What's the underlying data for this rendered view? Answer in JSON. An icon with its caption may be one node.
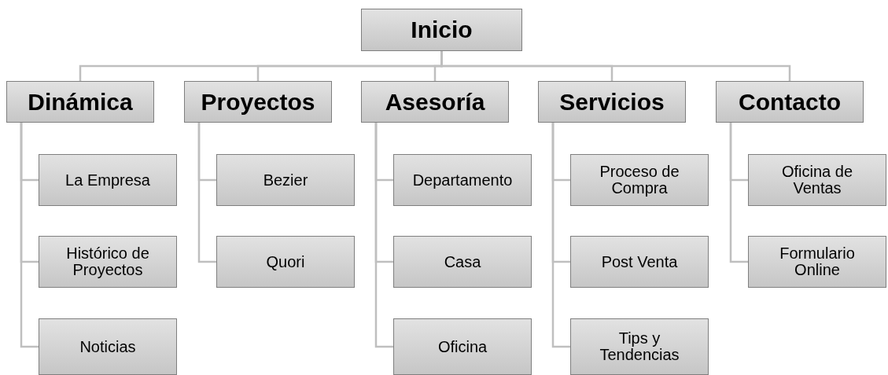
{
  "diagram": {
    "nodes": [
      {
        "text": [
          "Inicio"
        ]
      },
      {
        "text": [
          "Dinámica"
        ]
      },
      {
        "text": [
          "Proyectos"
        ]
      },
      {
        "text": [
          "Asesoría"
        ]
      },
      {
        "text": [
          "Servicios"
        ]
      },
      {
        "text": [
          "Contacto"
        ]
      },
      {
        "text": [
          "La Empresa"
        ]
      },
      {
        "text": [
          "Histórico de Proyectos"
        ]
      },
      {
        "text": [
          "Noticias"
        ]
      },
      {
        "text": [
          "Bezier"
        ]
      },
      {
        "text": [
          "Quori"
        ]
      },
      {
        "text": [
          "Departamento"
        ]
      },
      {
        "text": [
          "Casa"
        ]
      },
      {
        "text": [
          "Oficina"
        ]
      },
      {
        "text": [
          "Proceso de Compra"
        ]
      },
      {
        "text": [
          "Post Venta"
        ]
      },
      {
        "text": [
          "Tips y Tendencias"
        ]
      },
      {
        "text": [
          "Oficina de Ventas"
        ]
      },
      {
        "text": [
          "Formulario Online"
        ]
      }
    ],
    "edges": [
      {
        "from": 0,
        "to": 1,
        "arrow": "none"
      },
      {
        "from": 0,
        "to": 2,
        "arrow": "none"
      },
      {
        "from": 0,
        "to": 3,
        "arrow": "none"
      },
      {
        "from": 0,
        "to": 4,
        "arrow": "none"
      },
      {
        "from": 0,
        "to": 5,
        "arrow": "none"
      },
      {
        "from": 1,
        "to": 6,
        "arrow": "none"
      },
      {
        "from": 1,
        "to": 7,
        "arrow": "none"
      },
      {
        "from": 1,
        "to": 8,
        "arrow": "none"
      },
      {
        "from": 2,
        "to": 9,
        "arrow": "none"
      },
      {
        "from": 2,
        "to": 10,
        "arrow": "none"
      },
      {
        "from": 3,
        "to": 11,
        "arrow": "none"
      },
      {
        "from": 3,
        "to": 12,
        "arrow": "none"
      },
      {
        "from": 3,
        "to": 13,
        "arrow": "none"
      },
      {
        "from": 4,
        "to": 14,
        "arrow": "none"
      },
      {
        "from": 4,
        "to": 15,
        "arrow": "none"
      },
      {
        "from": 4,
        "to": 16,
        "arrow": "none"
      },
      {
        "from": 5,
        "to": 17,
        "arrow": "none"
      },
      {
        "from": 5,
        "to": 18,
        "arrow": "none"
      }
    ]
  }
}
